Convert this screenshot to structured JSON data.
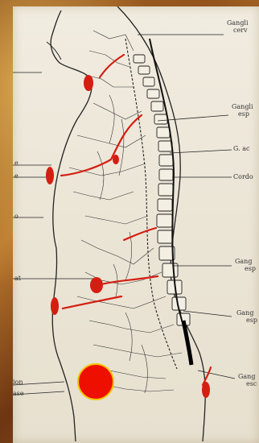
{
  "image": {
    "labels_right": [
      {
        "line1": "Gangli",
        "line2": "cerv"
      },
      {
        "line1": "Gangli",
        "line2": "esp"
      },
      {
        "line1": "G. ac",
        "line2": ""
      },
      {
        "line1": "Cordo",
        "line2": ""
      },
      {
        "line1": "Gang",
        "line2": "esp"
      },
      {
        "line1": "Gang",
        "line2": "esp"
      },
      {
        "line1": "Gang",
        "line2": "esc"
      }
    ],
    "labels_left": [
      {
        "text": "e"
      },
      {
        "text": "e"
      },
      {
        "text": "o"
      },
      {
        "text": "at"
      },
      {
        "text": "ion"
      },
      {
        "text": "ase"
      }
    ],
    "marker_color": "#ee0f00",
    "marker_border": "#f3c400"
  }
}
